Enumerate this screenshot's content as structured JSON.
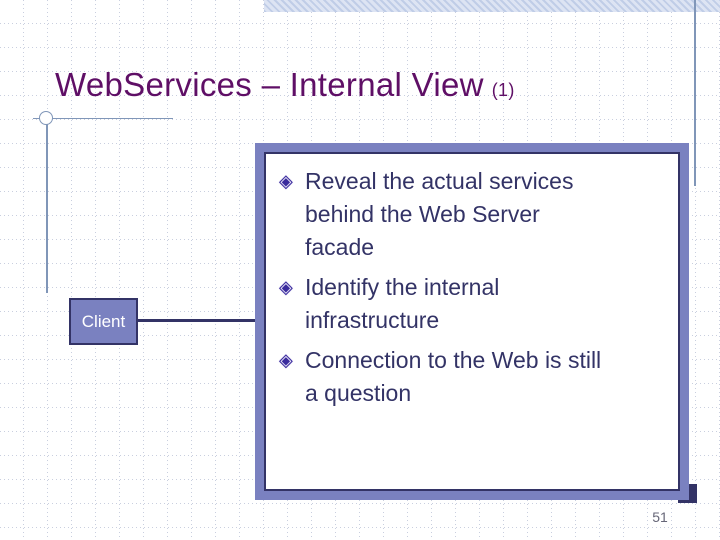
{
  "slide": {
    "title": "WebServices – Internal View",
    "title_suffix": "(1)",
    "client_label": "Client",
    "bullet_icon": "◈",
    "bullets": [
      {
        "text": "Reveal the actual services behind the Web Server facade",
        "lines": [
          "Reveal the actual services",
          "behind the Web Server",
          "facade"
        ]
      },
      {
        "text": "Identify the internal infrastructure",
        "lines": [
          "Identify the internal",
          "infrastructure"
        ]
      },
      {
        "text": "Connection to the Web is still a question",
        "lines": [
          "Connection to the Web is still",
          "a question"
        ]
      }
    ],
    "page_number": "51",
    "colors": {
      "title": "#5F0F66",
      "body_text": "#333366",
      "periwinkle": "#7A81C0",
      "dark_navy": "#333366",
      "steel_blue": "#8096B8",
      "bullet_diamond": "#3A2B9D",
      "grid_line": "#C9CFDF",
      "hatch_band": "#CBD6EC",
      "page_number": "#666677",
      "background": "#FFFFFF"
    }
  }
}
